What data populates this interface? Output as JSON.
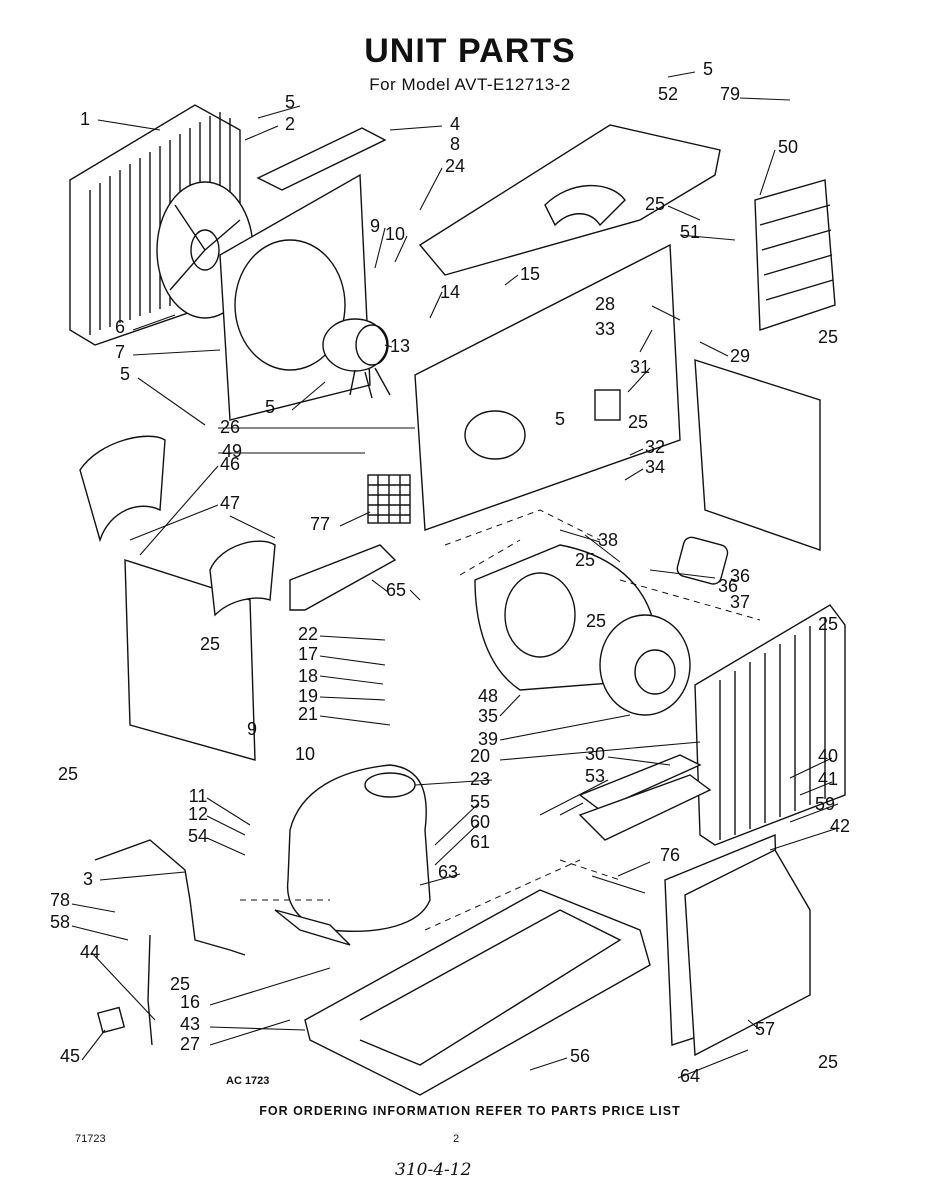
{
  "header": {
    "title": "UNIT PARTS",
    "subtitle": "For Model AVT-E12713-2"
  },
  "diagram": {
    "callouts": [
      "1",
      "2",
      "3",
      "4",
      "5",
      "5",
      "5",
      "5",
      "5",
      "6",
      "7",
      "8",
      "9",
      "9",
      "10",
      "10",
      "11",
      "12",
      "13",
      "14",
      "15",
      "16",
      "17",
      "18",
      "19",
      "20",
      "21",
      "22",
      "23",
      "24",
      "25",
      "25",
      "25",
      "25",
      "25",
      "25",
      "25",
      "25",
      "25",
      "25",
      "26",
      "27",
      "28",
      "29",
      "30",
      "31",
      "32",
      "33",
      "34",
      "35",
      "36",
      "36",
      "37",
      "38",
      "39",
      "40",
      "41",
      "42",
      "43",
      "44",
      "45",
      "46",
      "47",
      "48",
      "49",
      "50",
      "51",
      "52",
      "53",
      "54",
      "55",
      "56",
      "57",
      "58",
      "59",
      "60",
      "61",
      "63",
      "64",
      "65",
      "76",
      "77",
      "78",
      "79"
    ],
    "reference_code": "AC 1723"
  },
  "footer": {
    "note": "FOR ORDERING INFORMATION REFER TO PARTS PRICE LIST",
    "doc_number": "71723",
    "page_number": "2",
    "handwritten_note": "310-4-12"
  }
}
